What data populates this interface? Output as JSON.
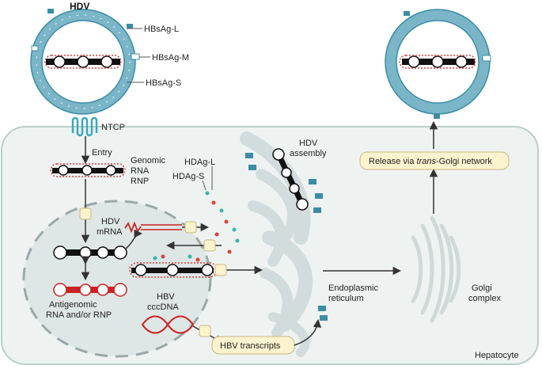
{
  "title": "HDV",
  "labels": {
    "hbsag_l": "HBsAg-L",
    "hbsag_m": "HBsAg-M",
    "hbsag_s": "HBsAg-S",
    "ntcp": "NTCP",
    "entry": "Entry",
    "genomic_1": "Genomic",
    "genomic_2": "RNA",
    "genomic_3": "RNP",
    "hdag_l": "HDAg-L",
    "hdag_s": "HDAg-S",
    "hdv_mrna_1": "HDV",
    "hdv_mrna_2": "mRNA",
    "antigenomic_1": "Antigenomic",
    "antigenomic_2": "RNA and/or RNP",
    "hbv_1": "HBV",
    "hbv_2": "cccDNA",
    "hbv_transcripts": "HBV transcripts",
    "hdv_assembly_1": "HDV",
    "hdv_assembly_2": "assembly",
    "er_1": "Endoplasmic",
    "er_2": "reticulum",
    "golgi_1": "Golgi",
    "golgi_2": "complex",
    "release_prefix": "Release via ",
    "release_italic": "trans",
    "release_suffix": "-Golgi network",
    "hepatocyte": "Hepatocyte"
  },
  "colors": {
    "envelope": "#7ab6c8",
    "envelope_dark": "#3d8ca4",
    "cell": "#eef3f2",
    "cell_border": "#b9cfcc",
    "nucleus": "#dfe7e6",
    "rna": "#111111",
    "antigenomic": "#cc2222",
    "hdag_red": "#d9423a",
    "hdag_teal": "#39b6a8",
    "label_box": "#fdf3cf",
    "label_box_border": "#c9b77a",
    "er": "#d8e0e0"
  }
}
